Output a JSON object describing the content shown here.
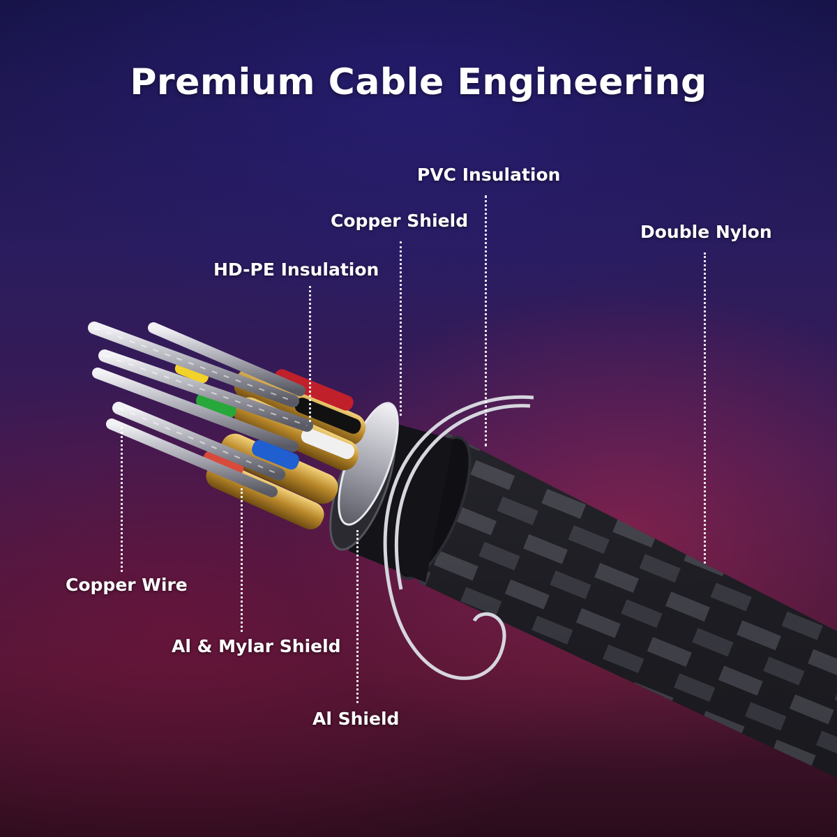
{
  "title": "Premium Cable Engineering",
  "labels": {
    "pvc_insulation": "PVC Insulation",
    "copper_shield": "Copper Shield",
    "double_nylon": "Double Nylon",
    "hdpe_insulation": "HD-PE Insulation",
    "copper_wire": "Copper Wire",
    "al_mylar_shield": "Al & Mylar Shield",
    "al_shield": "Al Shield"
  },
  "colors": {
    "text": "#ffffff",
    "braid_dark": "#1c1c22",
    "braid_light": "#5a5a62",
    "gold": "#c9a040",
    "silver": "#c8c8d0"
  }
}
